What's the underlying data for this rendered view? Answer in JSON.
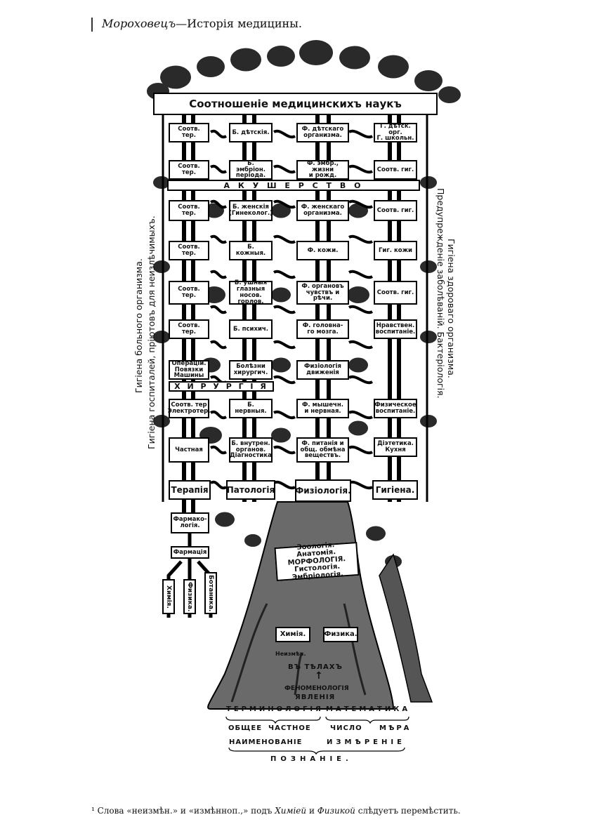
{
  "header": {
    "author": "Мороховецъ",
    "title": "—Исторія медицины."
  },
  "title_band": "Соотношеніе медицинскихъ наукъ",
  "akusherstvo": "А К У Ш Е Р С Т В О",
  "khirurgiya": "Х И Р У Р Г І Я",
  "col1": [
    "Соотв. тер.",
    "Соотв. тер.",
    "Соотв. тер.",
    "Соотв. тер.",
    "Соотв. тер.",
    "Соотв. тер.",
    "Операціи.\nПовязки\nМашины",
    "Соотв. тер\nЭлектротер.",
    "Частная"
  ],
  "col2": [
    "Б. дѣтскія.",
    "Б. эмбріон.\nперіода.",
    "Б. женскія\n(Гинеколог.)",
    "Б. кожныя.",
    "Б. ушныя\nглазныя\nносов.\nгорлов.",
    "Б. психич.",
    "Болѣзни\nхирургич.",
    "Б. нервныя.",
    "Б. внутрен.\nорганов.\nДіагностика"
  ],
  "col3": [
    "Ф. дѣтскаго\nорганизма.",
    "Ф. эмбр., жизни\nи рожд.",
    "Ф. женскаго\nорганизма.",
    "Ф. кожи.",
    "Ф. органовъ\nчувствъ и\nрѣчи.",
    "Ф. головна-\nго мозга.",
    "Физіологія\nдвиженія",
    "Ф. мышечн.\nи нервная.",
    "Ф. питанія и\nобщ. обмѣна\nвеществъ."
  ],
  "col4": [
    "Г. дѣтск. орг.\nГ. школьн.",
    "Соотв. гиг.",
    "Соотв. гиг.",
    "Гиг. кожи",
    "Соотв. гиг.",
    "Нравствен.\nвоспитаніе.",
    "Физическое\nвоспитаніе.",
    "Діэтетика.\nКухня"
  ],
  "main": [
    "Терапія",
    "Патологія",
    "Физіологія.",
    "Гигіена."
  ],
  "pharma": {
    "pharmakologiya": "Фармако-\nлогія.",
    "pharmaciya": "Фармація"
  },
  "roots": [
    "Химія.",
    "Физика.",
    "Ботаника."
  ],
  "left_side": {
    "line1": "Гигіена больного организма.",
    "line2": "Гигіена госпиталей, пріютовъ для неизлѣчимыхъ."
  },
  "right_side": {
    "line1": "Гигіена здороваго организма.",
    "line2": "Предупрежденіе заболѣваній. Бактеріологія."
  },
  "trunk_label": "Зоологія. Анатомія.\nМОРФОЛОГІЯ.\nГистологія. Эмбріологія.",
  "trunk_khimiya": "Химія.",
  "trunk_fizika": "Физика.",
  "base": {
    "neizmen": "Неизмѣн.",
    "v_telakh": "ВЪ ТѢЛАХЪ",
    "fenomenologiya": "ФЕНОМЕНОЛОГІЯ",
    "yavleniya": "ЯВЛЕНІЯ",
    "terminologiya": "ТЕРМИНОЛОГІЯ",
    "matematika": "МАТЕМАТИКА",
    "obshchee": "ОБЩЕЕ",
    "chastnoe": "ЧАСТНОЕ",
    "chislo": "ЧИСЛО",
    "mera": "МѢРА",
    "naimenovanie": "НАИМЕНОВАНІЕ",
    "izmerenie": "ИЗМѢРЕНІЕ",
    "poznanie": "ПОЗНАНІЕ."
  },
  "footnote": {
    "mark": "¹",
    "text_a": " Слова «неизмѣн.» и «измѣнноп.,» подъ ",
    "khim": "Химіей",
    "text_b": " и ",
    "fiz": "Физикой",
    "text_c": " слѣдуетъ перемѣстить."
  },
  "colors": {
    "ink": "#111111",
    "foliage": "#222222",
    "trunk": "#555555"
  }
}
